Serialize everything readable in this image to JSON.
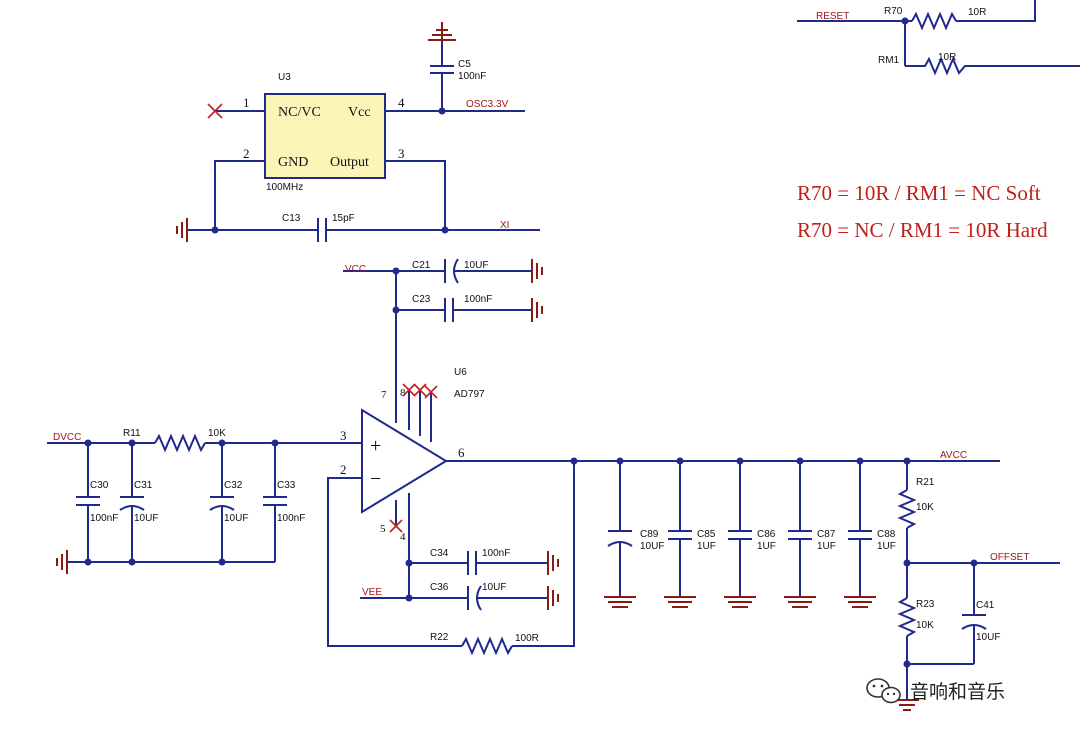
{
  "osc": {
    "ref": "U3",
    "pins": {
      "p1": "NC/VC",
      "p4": "Vcc",
      "p2": "GND",
      "p3": "Output"
    },
    "pin_numbers": [
      "1",
      "4",
      "2",
      "3"
    ],
    "freq": "100MHz",
    "c5": {
      "ref": "C5",
      "value": "100nF"
    },
    "c13": {
      "ref": "C13",
      "value": "15pF"
    },
    "net_osc": "OSC3.3V",
    "net_xi": "XI"
  },
  "reset": {
    "net": "RESET",
    "r70": {
      "ref": "R70",
      "value": "10R"
    },
    "rm1": {
      "ref": "RM1",
      "value": "10R"
    }
  },
  "notes": {
    "line1": "R70 = 10R / RM1 = NC  Soft",
    "line2": "R70 = NC / RM1 = 10R  Hard"
  },
  "opamp": {
    "ref": "U6",
    "part": "AD797",
    "pins": {
      "in_plus": "3",
      "in_minus": "2",
      "out": "6",
      "p7": "7",
      "p8": "8",
      "p5": "5",
      "p4": "4"
    },
    "plus": "+",
    "minus": "−",
    "net_vcc": "VCC",
    "net_vee": "VEE",
    "net_dvcc": "DVCC",
    "net_avcc": "AVCC",
    "net_offset": "OFFSET"
  },
  "components": {
    "c21": {
      "ref": "C21",
      "value": "10UF"
    },
    "c23": {
      "ref": "C23",
      "value": "100nF"
    },
    "c34": {
      "ref": "C34",
      "value": "100nF"
    },
    "c36": {
      "ref": "C36",
      "value": "10UF"
    },
    "r11": {
      "ref": "R11",
      "value": "10K"
    },
    "c30": {
      "ref": "C30",
      "value": "100nF"
    },
    "c31": {
      "ref": "C31",
      "value": "10UF"
    },
    "c32": {
      "ref": "C32",
      "value": "10UF"
    },
    "c33": {
      "ref": "C33",
      "value": "100nF"
    },
    "r22": {
      "ref": "R22",
      "value": "100R"
    },
    "c89": {
      "ref": "C89",
      "value": "10UF"
    },
    "c85": {
      "ref": "C85",
      "value": "1UF"
    },
    "c86": {
      "ref": "C86",
      "value": "1UF"
    },
    "c87": {
      "ref": "C87",
      "value": "1UF"
    },
    "c88": {
      "ref": "C88",
      "value": "1UF"
    },
    "r21": {
      "ref": "R21",
      "value": "10K"
    },
    "r23": {
      "ref": "R23",
      "value": "10K"
    },
    "c41": {
      "ref": "C41",
      "value": "10UF"
    }
  },
  "watermark": {
    "text": "音响和音乐",
    "icon": "wechat-icon"
  }
}
